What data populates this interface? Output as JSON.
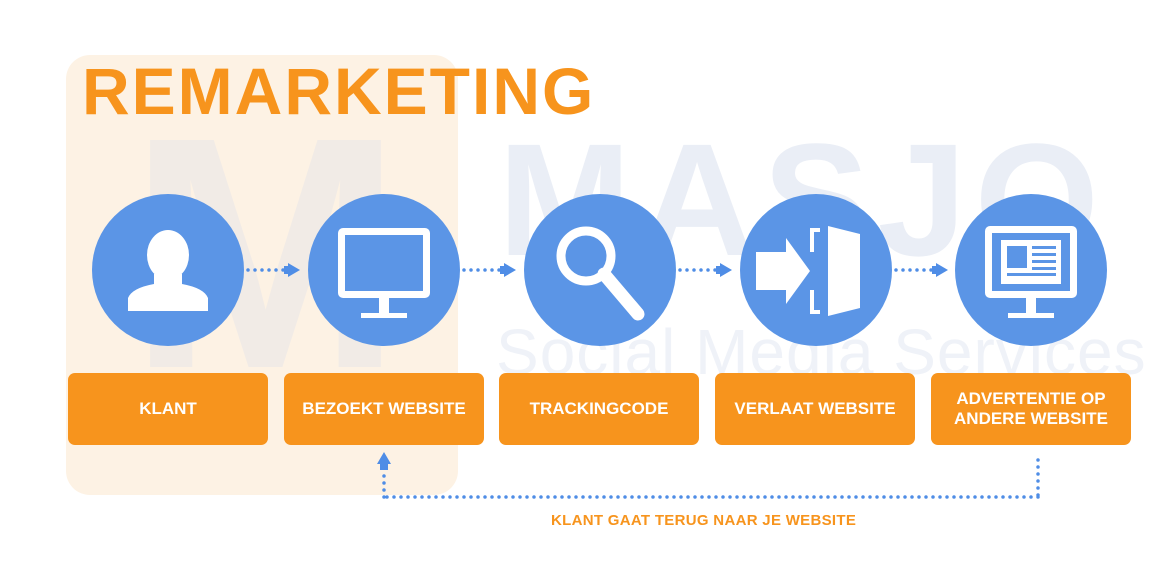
{
  "title": "REMARKETING",
  "watermark": {
    "letter": "M",
    "name": "MASJO",
    "tagline": "Social Media Services"
  },
  "steps": [
    {
      "label": "KLANT",
      "icon": "person-icon"
    },
    {
      "label": "BEZOEKT WEBSITE",
      "icon": "monitor-icon"
    },
    {
      "label": "TRACKINGCODE",
      "icon": "magnifier-icon"
    },
    {
      "label": "VERLAAT WEBSITE",
      "icon": "exit-door-icon"
    },
    {
      "label": "ADVERTENTIE OP ANDERE WEBSITE",
      "icon": "monitor-ad-icon"
    }
  ],
  "loop_label": "KLANT GAAT TERUG NAAR JE WEBSITE",
  "colors": {
    "orange": "#f7941d",
    "blue": "#5b95e6",
    "connector": "#4f8de6",
    "white": "#ffffff"
  }
}
